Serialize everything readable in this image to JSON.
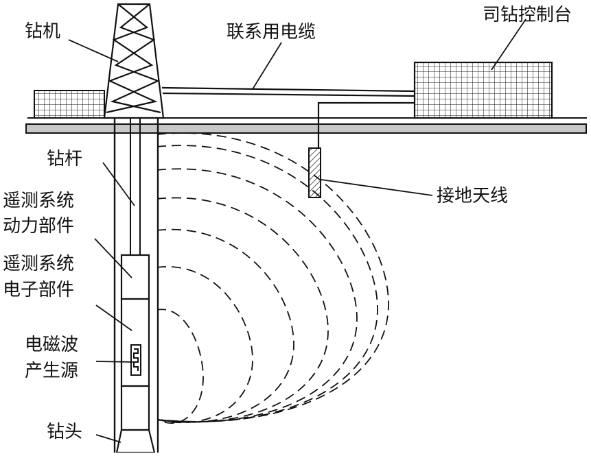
{
  "labels": {
    "drill_rig": "钻机",
    "cable": "联系用电缆",
    "driller_console": "司钻控制台",
    "drill_pipe": "钻杆",
    "telemetry_power_line1": "遥测系统",
    "telemetry_power_line2": "动力部件",
    "telemetry_electronics_line1": "遥测系统",
    "telemetry_electronics_line2": "电子部件",
    "em_source_line1": "电磁波",
    "em_source_line2": "产生源",
    "drill_bit": "钻头",
    "ground_antenna": "接地天线"
  },
  "colors": {
    "line": "#111111",
    "ground_fill": "#c8c8c8",
    "background": "#ffffff"
  },
  "wave_field": {
    "style": "dashed",
    "count": 7
  }
}
